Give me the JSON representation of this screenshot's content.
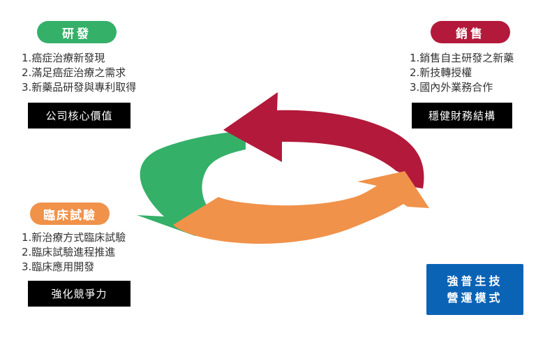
{
  "rd": {
    "title": "研發",
    "items": [
      "1.癌症治療新發現",
      "2.滿足癌症治療之需求",
      "3.新藥品研發與專利取得"
    ],
    "value": "公司核心價值",
    "color": "#34b069"
  },
  "sales": {
    "title": "銷售",
    "items": [
      "1.銷售自主研發之新藥",
      "2.新技轉授權",
      "3.國內外業務合作"
    ],
    "value": "穩健財務結構",
    "color": "#b3193a"
  },
  "trial": {
    "title": "臨床試驗",
    "items": [
      "1.新治療方式臨床試驗",
      "2.臨床試驗進程推進",
      "3.臨床應用開發"
    ],
    "value": "強化競爭力",
    "color": "#f0924a"
  },
  "model": {
    "line1": "強普生技",
    "line2": "營運模式",
    "color": "#0b63b5"
  }
}
